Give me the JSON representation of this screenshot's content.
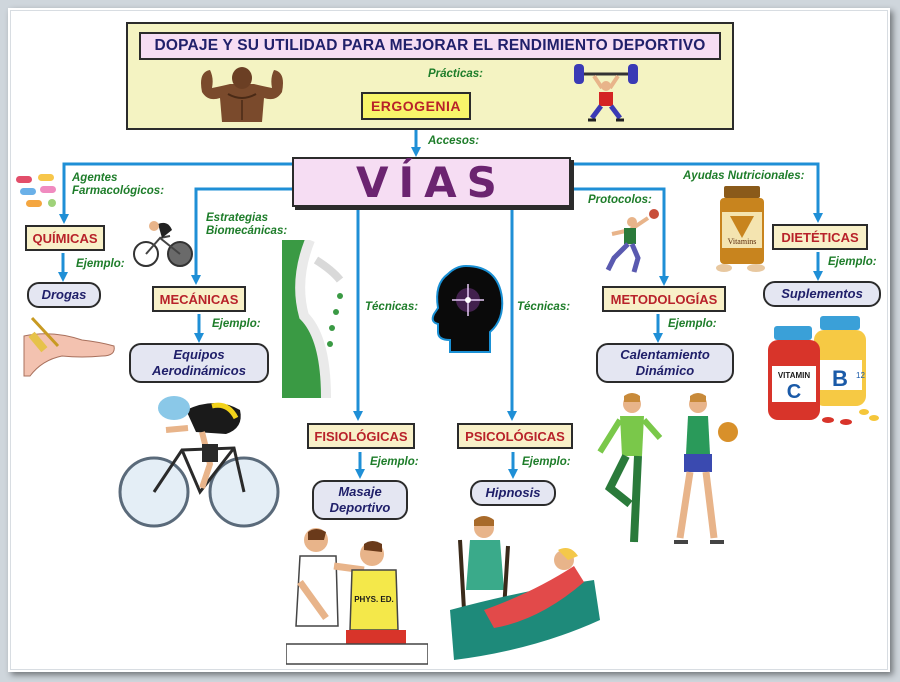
{
  "title": "DOPAJE Y SU UTILIDAD PARA MEJORAR EL RENDIMIENTO DEPORTIVO",
  "practicas": "Prácticas:",
  "ergogenia": "ERGOGENIA",
  "accesos": "Accesos:",
  "vias": "VÍAS",
  "ejemplo": "Ejemplo:",
  "tecnicas": "Técnicas:",
  "branches": [
    {
      "id": "quimicas",
      "label_lines": [
        "Agentes",
        "Farmacológicos:"
      ],
      "category": "QUÍMICAS",
      "example_lines": [
        "Drogas"
      ]
    },
    {
      "id": "mecanicas",
      "label_lines": [
        "Estrategias",
        "Biomecánicas:"
      ],
      "category": "MECÁNICAS",
      "example_lines": [
        "Equipos",
        "Aerodinámicos"
      ]
    },
    {
      "id": "fisiologicas",
      "category": "FISIOLÓGICAS",
      "example_lines": [
        "Masaje",
        "Deportivo"
      ]
    },
    {
      "id": "psicologicas",
      "category": "PSICOLÓGICAS",
      "example_lines": [
        "Hipnosis"
      ]
    },
    {
      "id": "metodologias",
      "label_lines": [
        "Protocolos:"
      ],
      "category": "METODOLOGÍAS",
      "example_lines": [
        "Calentamiento",
        "Dinámico"
      ]
    },
    {
      "id": "dieteticas",
      "label_lines": [
        "Ayudas Nutricionales:"
      ],
      "category": "DIETÉTICAS",
      "example_lines": [
        "Suplementos"
      ]
    }
  ],
  "vitamin_texts": {
    "bottle_brand": "Vitamins",
    "vitamin_label": "VITAMIN",
    "letter_c": "C",
    "letter_b": "B",
    "subscript": "12"
  },
  "shirt_text": "PHYS. ED.",
  "colors": {
    "arrow": "#1f8fd6",
    "title_bg": "#f4f3c2",
    "label_green": "#1e7d2a",
    "category_red": "#b8222a",
    "example_navy": "#20206a",
    "vias_purple": "#6b2470"
  }
}
